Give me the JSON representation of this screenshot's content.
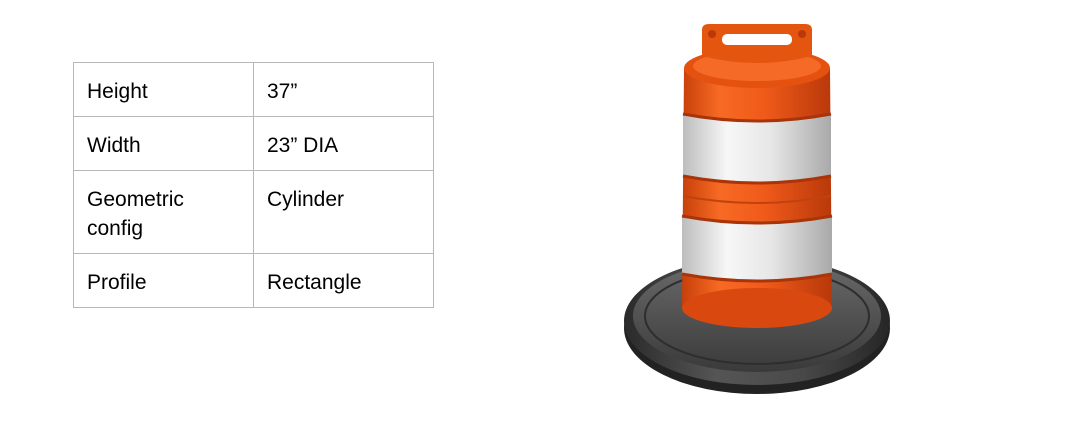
{
  "specs": {
    "rows": [
      {
        "label": "Height",
        "value": "37”"
      },
      {
        "label": "Width",
        "value": "23” DIA"
      },
      {
        "label": "Geometric config",
        "value": "Cylinder"
      },
      {
        "label": "Profile",
        "value": "Rectangle"
      }
    ]
  },
  "image": {
    "subject": "traffic-drum-icon",
    "colors": {
      "orange": "#f05a1a",
      "orange_dark": "#c43c08",
      "reflective": "#e4e4e4",
      "base": "#3a3a3a"
    }
  }
}
